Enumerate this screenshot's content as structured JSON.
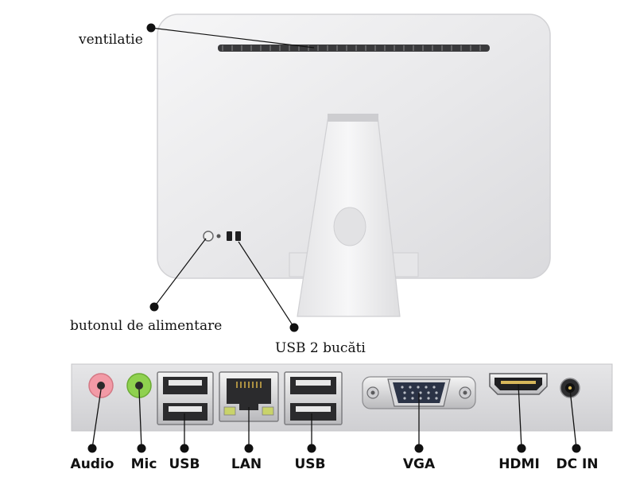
{
  "callouts": {
    "ventilation": "ventilatie",
    "power_button": "butonul de alimentare",
    "usb_two": "USB 2 bucăti"
  },
  "ports": [
    {
      "id": "audio",
      "label": "Audio"
    },
    {
      "id": "mic",
      "label": "Mic"
    },
    {
      "id": "usb-left",
      "label": "USB"
    },
    {
      "id": "lan",
      "label": "LAN"
    },
    {
      "id": "usb-right",
      "label": "USB"
    },
    {
      "id": "vga",
      "label": "VGA"
    },
    {
      "id": "hdmi",
      "label": "HDMI"
    },
    {
      "id": "dcin",
      "label": "DC IN"
    }
  ],
  "colors": {
    "audio_jack": "#f29aa6",
    "mic_jack": "#8fd14f",
    "monitor_body": "#ececee",
    "port_panel": "#dcdcde",
    "leader_line": "#111111"
  }
}
